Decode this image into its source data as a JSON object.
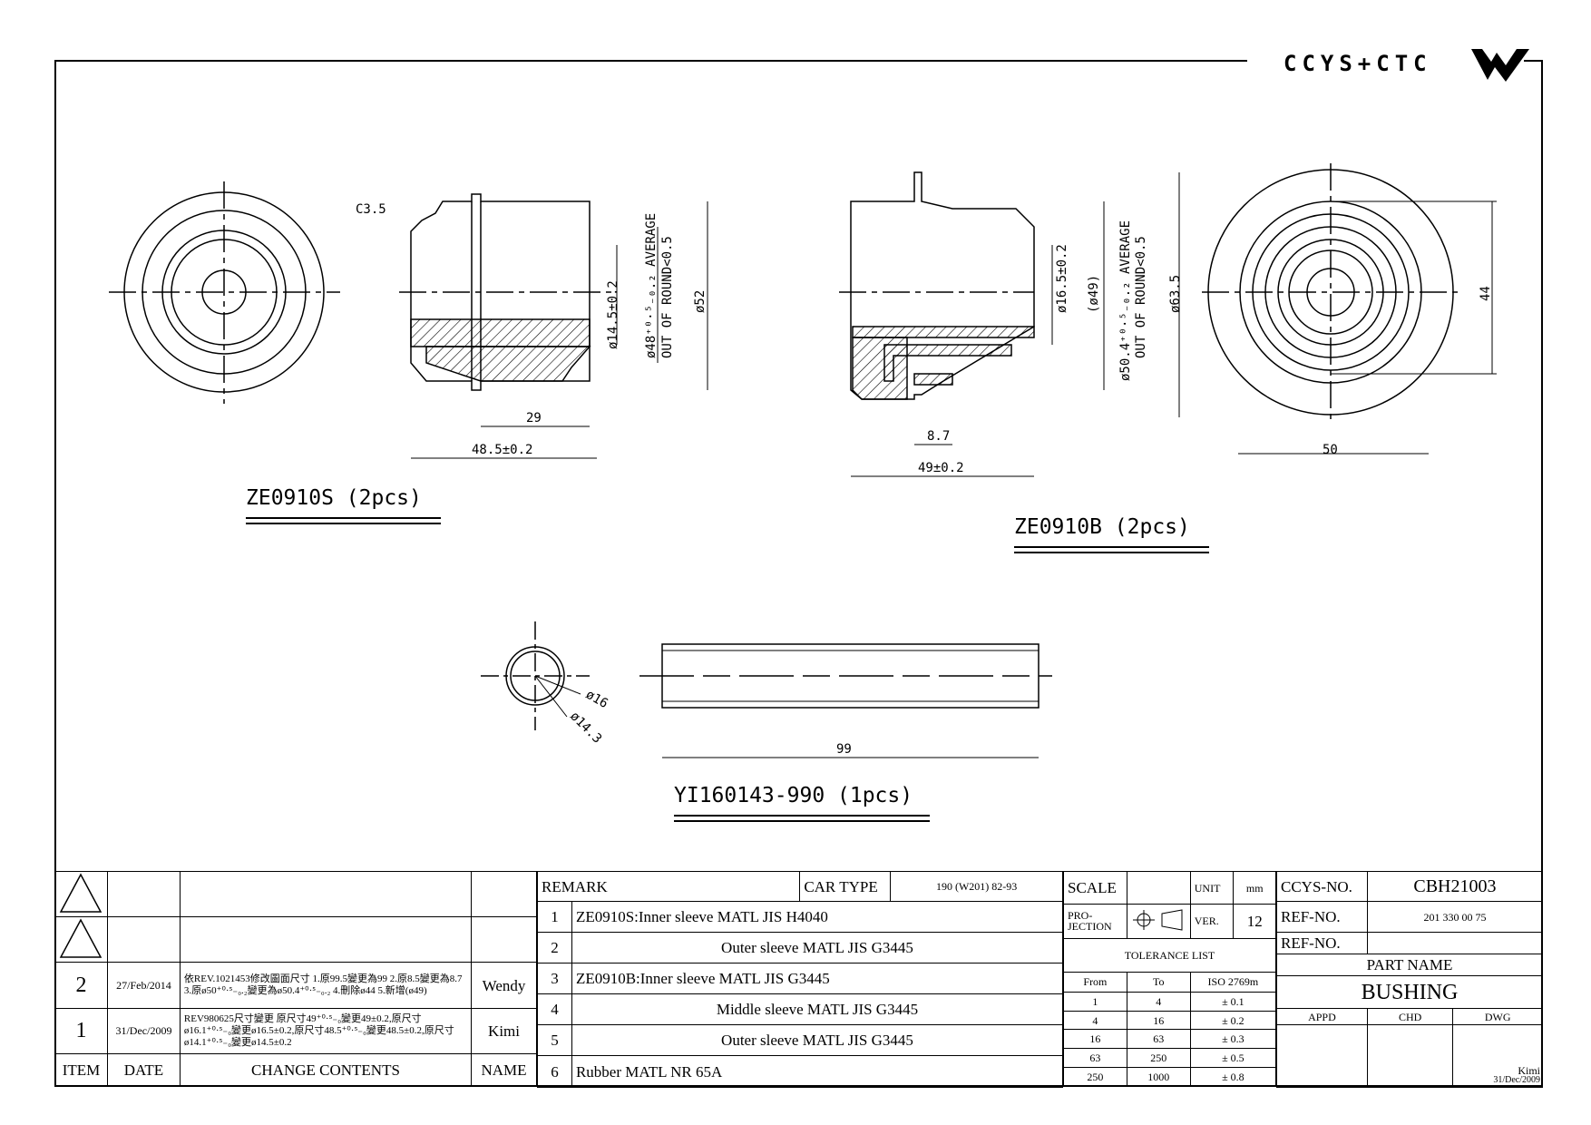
{
  "logo": {
    "text": "CCYS+CTC"
  },
  "parts": [
    {
      "caption": "ZE0910S (2pcs)",
      "dims": {
        "chamfer": "C3.5",
        "bore": "ø14.5±0.2",
        "od_avg": "ø48⁺⁰·⁵₋₀.₂ AVERAGE",
        "round": "OUT OF ROUND<0.5",
        "od": "ø52",
        "len_inner": "29",
        "len_total": "48.5±0.2"
      }
    },
    {
      "caption": "ZE0910B (2pcs)",
      "dims": {
        "bore": "ø16.5±0.2",
        "mid": "(ø49)",
        "od_avg": "ø50.4⁺⁰·⁵₋₀.₂ AVERAGE",
        "round": "OUT OF ROUND<0.5",
        "od": "ø63.5",
        "step": "8.7",
        "len_total": "49±0.2",
        "dia_end": "44",
        "width_end": "50"
      }
    },
    {
      "caption": "YI160143-990 (1pcs)",
      "dims": {
        "od": "ø16",
        "id": "ø14.3",
        "length": "99"
      }
    }
  ],
  "rev_table": {
    "headers": [
      "ITEM",
      "DATE",
      "CHANGE CONTENTS",
      "NAME"
    ],
    "rows": [
      {
        "item": "2",
        "date": "27/Feb/2014",
        "content": "依REV.1021453修改圖面尺寸 1.原99.5變更為99 2.原8.5變更為8.7 3.原ø50⁺⁰·⁵₋₀.₂變更為ø50.4⁺⁰·⁵₋₀.₂ 4.刪除ø44 5.新增(ø49)",
        "name": "Wendy"
      },
      {
        "item": "1",
        "date": "31/Dec/2009",
        "content": "REV980625尺寸變更 原尺寸49⁺⁰·⁵₋₀變更49±0.2,原尺寸ø16.1⁺⁰·⁵₋₀變更ø16.5±0.2,原尺寸48.5⁺⁰·⁵₋₀變更48.5±0.2,原尺寸ø14.1⁺⁰·⁵₋₀變更ø14.5±0.2",
        "name": "Kimi"
      }
    ]
  },
  "remark": {
    "label": "REMARK",
    "car_type_label": "CAR TYPE",
    "car_type": "190 (W201) 82-93",
    "items": [
      {
        "n": "1",
        "text": "ZE0910S:Inner sleeve MATL JIS H4040"
      },
      {
        "n": "2",
        "text": "Outer sleeve MATL JIS G3445"
      },
      {
        "n": "3",
        "text": "ZE0910B:Inner sleeve MATL JIS G3445"
      },
      {
        "n": "4",
        "text": "Middle sleeve MATL JIS G3445"
      },
      {
        "n": "5",
        "text": "Outer sleeve MATL JIS G3445"
      },
      {
        "n": "6",
        "text": "Rubber MATL NR 65A"
      }
    ]
  },
  "scale_block": {
    "scale_label": "SCALE",
    "unit_label": "UNIT",
    "unit": "mm",
    "projection_label": "PRO-\nJECTION",
    "ver_label": "VER.",
    "ver": "12",
    "tolerance_title": "TOLERANCE LIST",
    "tol_headers": [
      "From",
      "To",
      "ISO 2769m"
    ],
    "tol_rows": [
      [
        "1",
        "4",
        "± 0.1"
      ],
      [
        "4",
        "16",
        "± 0.2"
      ],
      [
        "16",
        "63",
        "± 0.3"
      ],
      [
        "63",
        "250",
        "± 0.5"
      ],
      [
        "250",
        "1000",
        "± 0.8"
      ]
    ]
  },
  "id_block": {
    "ccys_label": "CCYS-NO.",
    "ccys_no": "CBH21003",
    "ref_label": "REF-NO.",
    "ref_no": "201 330 00 75",
    "ref_label2": "REF-NO.",
    "part_name_label": "PART NAME",
    "part_name": "BUSHING",
    "appd": "APPD",
    "chd": "CHD",
    "dwg": "DWG",
    "dwg_name": "Kimi",
    "dwg_date": "31/Dec/2009"
  }
}
